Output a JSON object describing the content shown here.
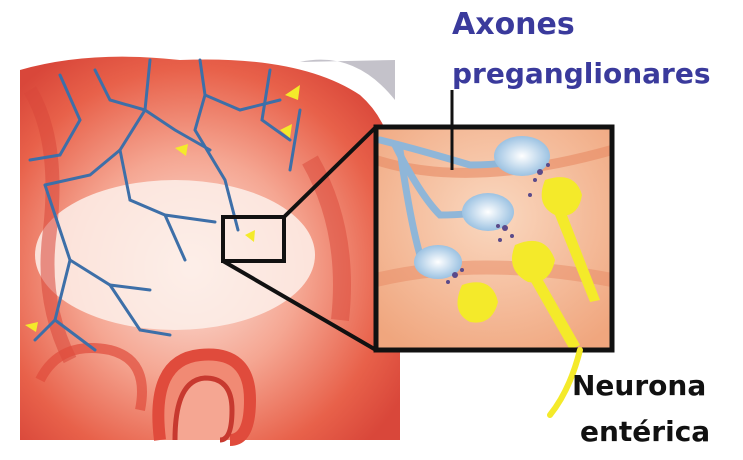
{
  "labels": {
    "top_line1": "Axones",
    "top_line2": "preganglionares",
    "bottom_line1": "Neurona",
    "bottom_line2": "entérica"
  },
  "colors": {
    "top_label": "#3a3a9c",
    "bottom_label": "#111111",
    "nerve": "#3d6fa8",
    "neuron": "#f4ea2a",
    "tissue": "#e8614a",
    "inset_bg": "#f6c4a4",
    "frame": "#111111"
  }
}
